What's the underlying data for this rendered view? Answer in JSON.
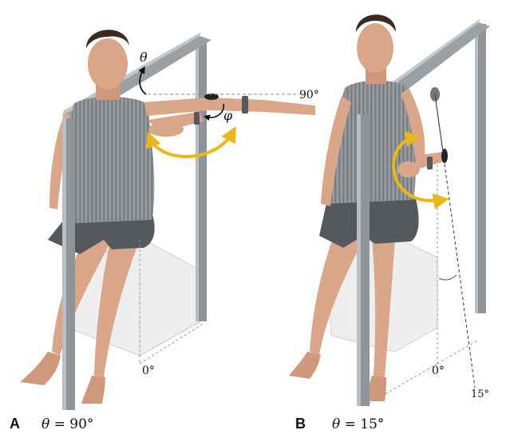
{
  "panels": [
    {
      "letter": "A",
      "caption_symbol": "θ",
      "caption_rest": " = 90°",
      "angle_symbol_elevation": "θ",
      "angle_symbol_rotation": "φ",
      "angle_label_top": "90°",
      "angle_label_bottom": "0°"
    },
    {
      "letter": "B",
      "caption_symbol": "θ",
      "caption_rest": " = 15°",
      "angle_label_vertical": "0°",
      "angle_label_tilted": "15°"
    }
  ],
  "colors": {
    "frame": "#8e9498",
    "frame_light": "#b9bec2",
    "skin": "#d9a68a",
    "skin_shadow": "#b98064",
    "shirt": "#8f9397",
    "shorts": "#55585c",
    "hair": "#3a2a20",
    "arrow": "#e8b81a",
    "seat": "#f2f2f2"
  },
  "icons": {
    "rotation_arrow": "curved-double-arrow",
    "elevation_arrow": "curved-arrow"
  }
}
